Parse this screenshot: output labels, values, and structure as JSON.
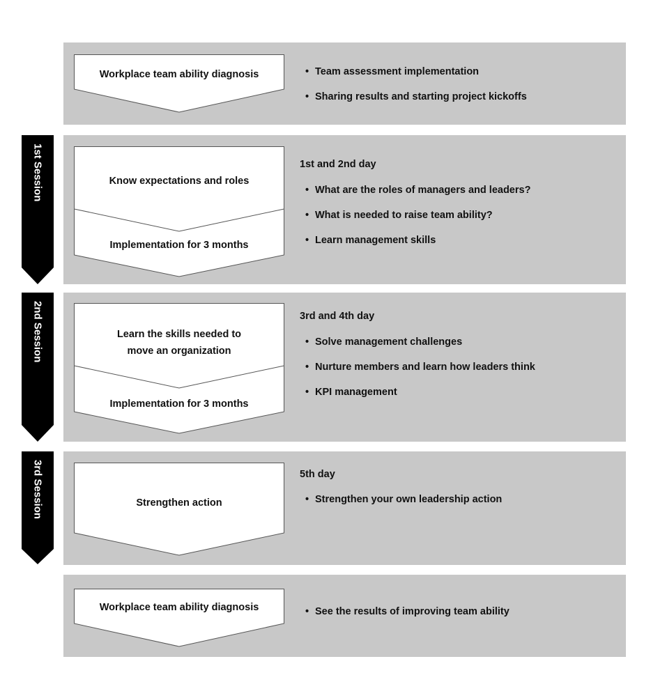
{
  "stages": [
    {
      "box_label": "Workplace team ability diagnosis",
      "items": [
        "Team assessment implementation",
        "Sharing results and starting project kickoffs"
      ]
    },
    {
      "session": "1st Session",
      "box_label": "Know expectations and roles",
      "box_sub_label": "Implementation for 3 months",
      "heading": "1st and 2nd day",
      "items": [
        "What are the roles of managers and leaders?",
        "What is needed to raise team ability?",
        "Learn management skills"
      ]
    },
    {
      "session": "2nd Session",
      "box_label_lines": [
        "Learn the skills needed to",
        "move an organization"
      ],
      "box_sub_label": "Implementation for 3 months",
      "heading": "3rd and 4th day",
      "items": [
        "Solve management challenges",
        "Nurture members and learn how leaders think",
        "KPI management"
      ]
    },
    {
      "session": "3rd Session",
      "box_label": "Strengthen action",
      "heading": "5th day",
      "items": [
        "Strengthen your own leadership action"
      ]
    },
    {
      "box_label": "Workplace team ability diagnosis",
      "items": [
        "See the results of improving team ability"
      ]
    }
  ],
  "colors": {
    "band": "#c8c8c8",
    "tab": "#000000",
    "box": "#ffffff",
    "outline": "#555555"
  }
}
